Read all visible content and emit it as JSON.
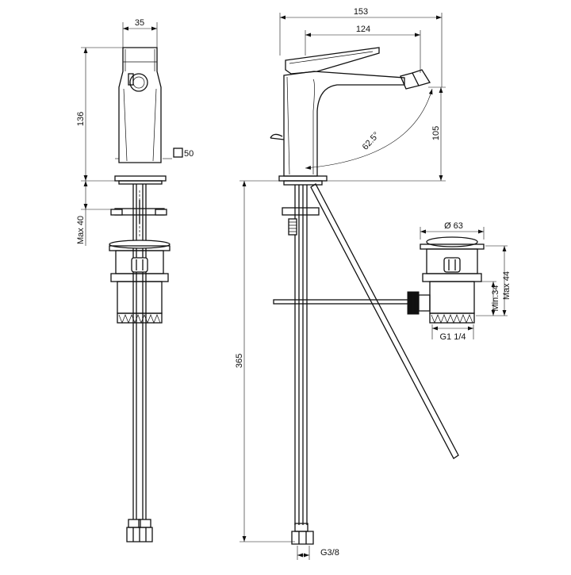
{
  "dimensions": {
    "front_width": "35",
    "front_height": "136",
    "square": "50",
    "max_deck": "Max 40",
    "total_width": "153",
    "spout_reach": "124",
    "angle": "62.5°",
    "spout_height": "105",
    "hose_length": "365",
    "hose_thread": "G3/8",
    "waste_diameter": "Ø 63",
    "waste_thread": "G1 1/4",
    "waste_min": "Min.34",
    "waste_max": "Max 44"
  }
}
